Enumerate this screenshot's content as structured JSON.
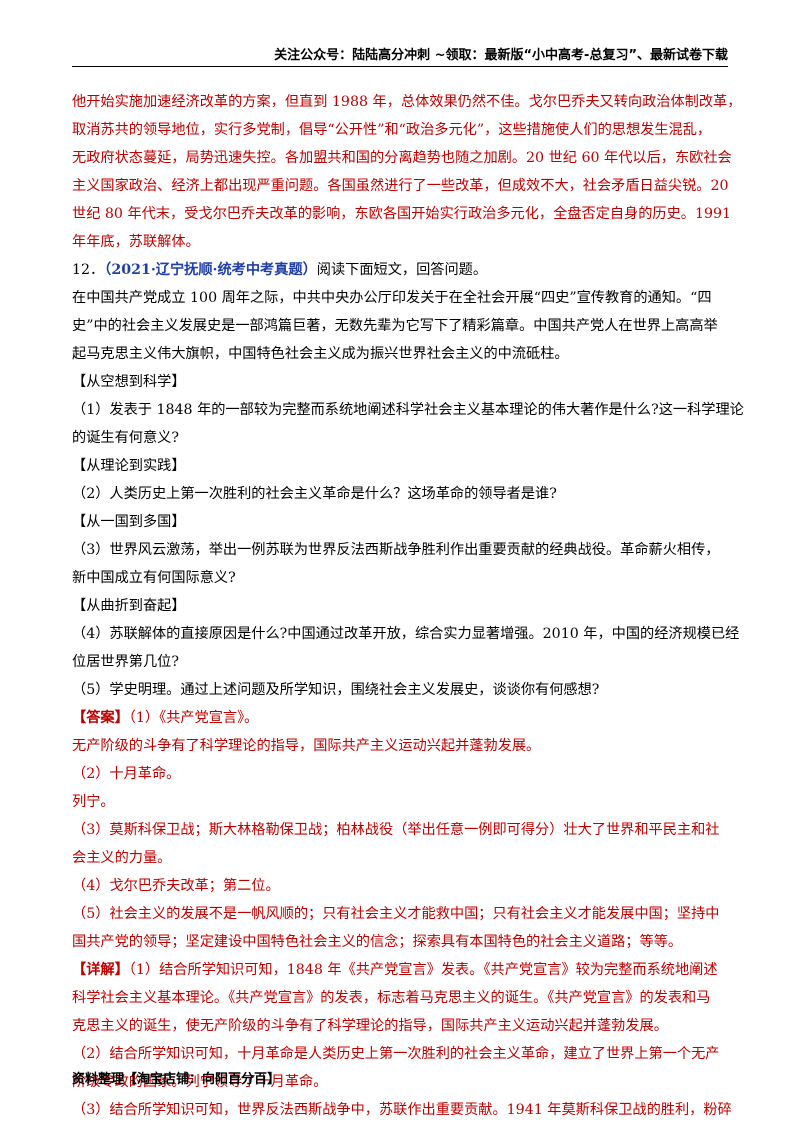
{
  "header": {
    "text": "关注公众号：陆陆高分冲刺 ~领取：最新版“小中高考-总复习”、最新试卷下载"
  },
  "content": {
    "intro_red_lines": [
      "他开始实施加速经济改革的方案，但直到 1988 年，总体效果仍然不佳。戈尔巴乔夫又转向政治体制改革，",
      "取消苏共的领导地位，实行多党制，倡导“公开性”和“政治多元化”，这些措施使人们的思想发生混乱，",
      "无政府状态蔓延，局势迅速失控。各加盟共和国的分离趋势也随之加剧。20 世纪 60 年代以后，东欧社会",
      "主义国家政治、经济上都出现严重问题。各国虽然进行了一些改革，但成效不大，社会矛盾日益尖锐。20",
      "世纪 80 年代末，受戈尔巴乔夫改革的影响，东欧各国开始实行政治多元化，全盘否定自身的历史。1991",
      "年年底，苏联解体。"
    ],
    "question": {
      "number": "12．",
      "source": "（2021·辽宁抚顺·统考中考真题）",
      "prompt": "阅读下面短文，回答问题。",
      "passage": [
        "在中国共产党成立 100 周年之际，中共中央办公厅印发关于在全社会开展“四史”宣传教育的通知。“四",
        "史”中的社会主义发展史是一部鸿篇巨著，无数先辈为它写下了精彩篇章。中国共产党人在世界上高高举",
        "起马克思主义伟大旗帜，中国特色社会主义成为振兴世界社会主义的中流砥柱。"
      ],
      "sections": [
        {
          "heading": "【从空想到科学】",
          "lines": [
            "（1）发表于 1848 年的一部较为完整而系统地阐述科学社会主义基本理论的伟大著作是什么?这一科学理论",
            "的诞生有何意义?"
          ]
        },
        {
          "heading": "【从理论到实践】",
          "lines": [
            "（2）人类历史上第一次胜利的社会主义革命是什么？这场革命的领导者是谁?"
          ]
        },
        {
          "heading": "【从一国到多国】",
          "lines": [
            "（3）世界风云激荡，举出一例苏联为世界反法西斯战争胜利作出重要贡献的经典战役。革命薪火相传，",
            "新中国成立有何国际意义?"
          ]
        },
        {
          "heading": "【从曲折到奋起】",
          "lines": [
            "（4）苏联解体的直接原因是什么?中国通过改革开放，综合实力显著增强。2010 年，中国的经济规模已经",
            "位居世界第几位?"
          ]
        }
      ],
      "last_question": "（5）学史明理。通过上述问题及所学知识，围绕社会主义发展史，谈谈你有何感想?"
    },
    "answer": {
      "label": "【答案】",
      "first": "（1）《共产党宣言》。",
      "lines": [
        "无产阶级的斗争有了科学理论的指导，国际共产主义运动兴起并蓬勃发展。",
        "（2）十月革命。",
        "列宁。",
        "（3）莫斯科保卫战；斯大林格勒保卫战；柏林战役（举出任意一例即可得分）壮大了世界和平民主和社",
        "会主义的力量。",
        "（4）戈尔巴乔夫改革；第二位。",
        "（5）社会主义的发展不是一帆风顺的；只有社会主义才能救中国；只有社会主义才能发展中国；坚持中",
        "国共产党的领导；坚定建设中国特色社会主义的信念；探索具有本国特色的社会主义道路；等等。"
      ]
    },
    "detail": {
      "label": "【详解】",
      "first": "（1）结合所学知识可知，1848 年《共产党宣言》发表。《共产党宣言》较为完整而系统地阐述",
      "lines": [
        "科学社会主义基本理论。《共产党宣言》的发表，标志着马克思主义的诞生。《共产党宣言》的发表和马",
        "克思主义的诞生，使无产阶级的斗争有了科学理论的指导，国际共产主义运动兴起并蓬勃发展。",
        "（2）结合所学知识可知，十月革命是人类历史上第一次胜利的社会主义革命，建立了世界上第一个无产",
        "阶级专政的国家。列宁领导了十月革命。",
        "（3）结合所学知识可知，世界反法西斯战争中，苏联作出重要贡献。1941 年莫斯科保卫战的胜利，粉碎"
      ]
    }
  },
  "footer": {
    "text": "资料整理【淘宝店铺：向阳百分百】"
  }
}
